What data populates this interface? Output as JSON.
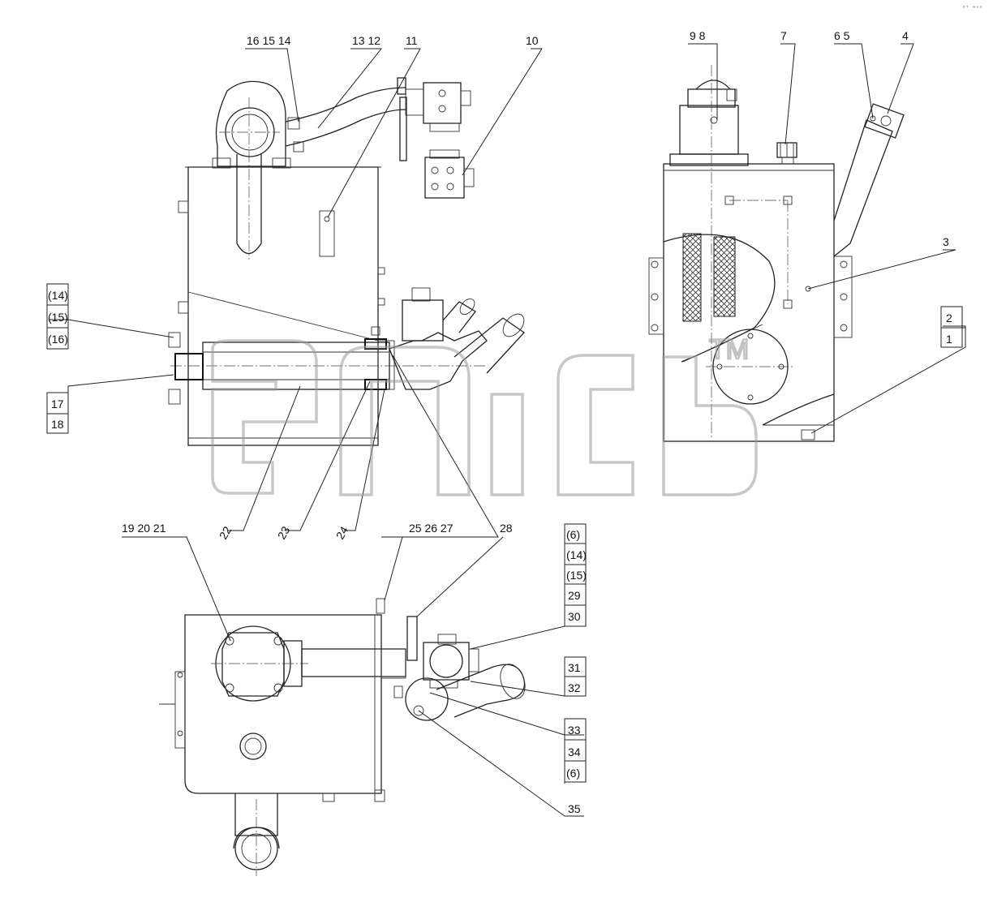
{
  "corner_mark": "ᵈᵀ ʷᵒᵒ",
  "watermark": {
    "mark_text": "TM"
  },
  "labels": {
    "l1": "1",
    "l2": "2",
    "l3": "3",
    "l4": "4",
    "l5": "6 5",
    "l7": "7",
    "l8": "9 8",
    "l10": "10",
    "l11": "11",
    "l12": "13 12",
    "l14": "16 15 14",
    "l17": "17",
    "l18": "18",
    "l19": "19 20 21",
    "l22": "22",
    "l23": "23",
    "l24": "24",
    "l25": "25 26 27",
    "l28": "28",
    "l29": "29",
    "l30": "30",
    "l31": "31",
    "l32": "32",
    "l33": "33",
    "l34": "34",
    "l35": "35",
    "r14a": "(14)",
    "r15a": "(15)",
    "r16a": "(16)",
    "r6a": "(6)",
    "r14b": "(14)",
    "r15b": "(15)",
    "r6b": "(6)"
  }
}
